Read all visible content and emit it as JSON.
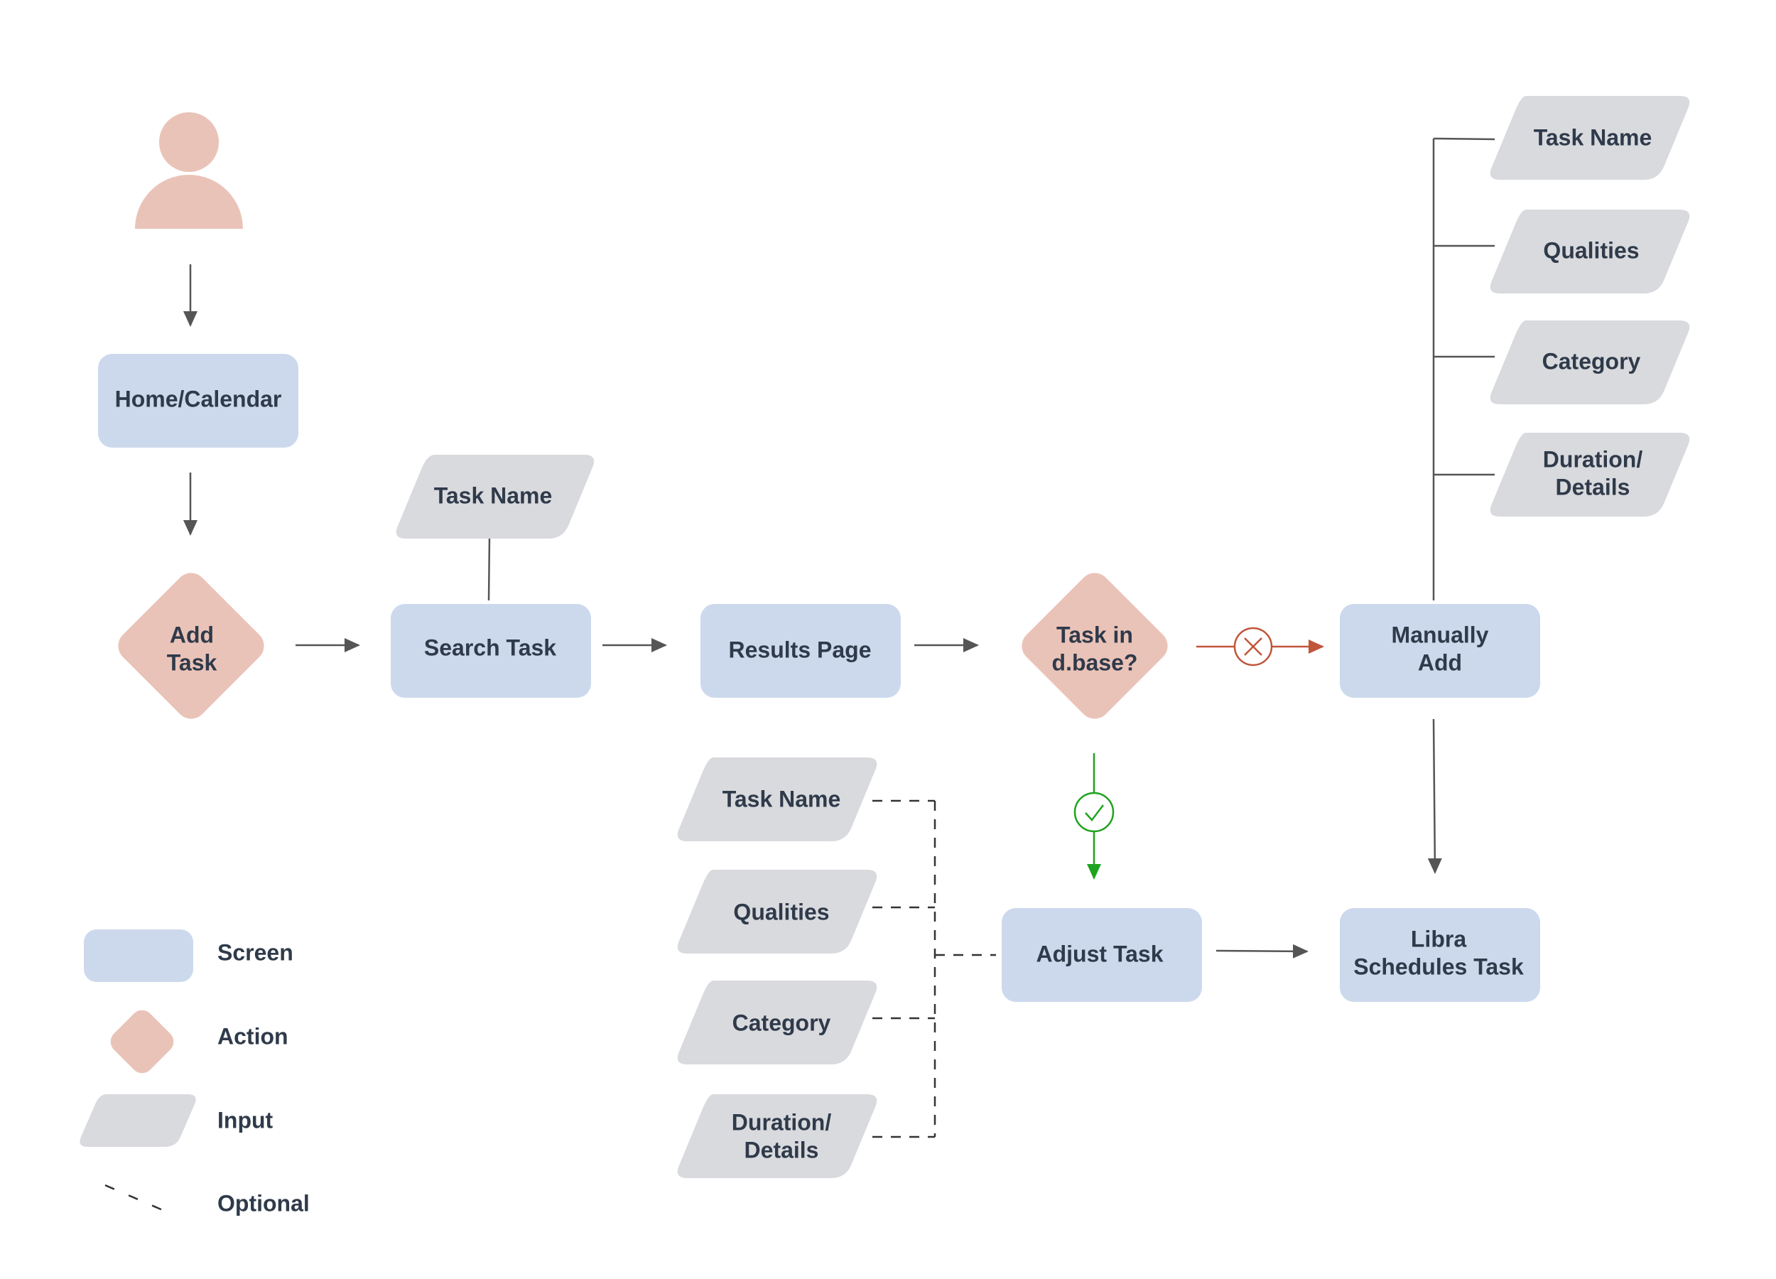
{
  "nodes": {
    "home": {
      "label": "Home/Calendar"
    },
    "add_task": {
      "line1": "Add",
      "line2": "Task"
    },
    "search_task": {
      "label": "Search Task"
    },
    "search_input": {
      "label": "Task Name"
    },
    "results_page": {
      "label": "Results Page"
    },
    "task_in_dbase": {
      "line1": "Task in",
      "line2": "d.base?"
    },
    "manually_add": {
      "line1": "Manually",
      "line2": "Add"
    },
    "manual_inputs": [
      {
        "line1": "Task Name",
        "line2": ""
      },
      {
        "line1": "Qualities",
        "line2": ""
      },
      {
        "line1": "Category",
        "line2": ""
      },
      {
        "line1": "Duration/",
        "line2": "Details"
      }
    ],
    "adjust_task": {
      "label": "Adjust Task"
    },
    "adjust_inputs": [
      {
        "line1": "Task Name",
        "line2": ""
      },
      {
        "line1": "Qualities",
        "line2": ""
      },
      {
        "line1": "Category",
        "line2": ""
      },
      {
        "line1": "Duration/",
        "line2": "Details"
      }
    ],
    "libra_schedules": {
      "line1": "Libra",
      "line2": "Schedules Task"
    }
  },
  "legend": {
    "screen": "Screen",
    "action": "Action",
    "input": "Input",
    "optional": "Optional"
  },
  "colors": {
    "screen": "#ccd9ed",
    "action": "#eac3b8",
    "input": "#d9dade",
    "yes": "#1fa31f",
    "no": "#c0553a"
  }
}
